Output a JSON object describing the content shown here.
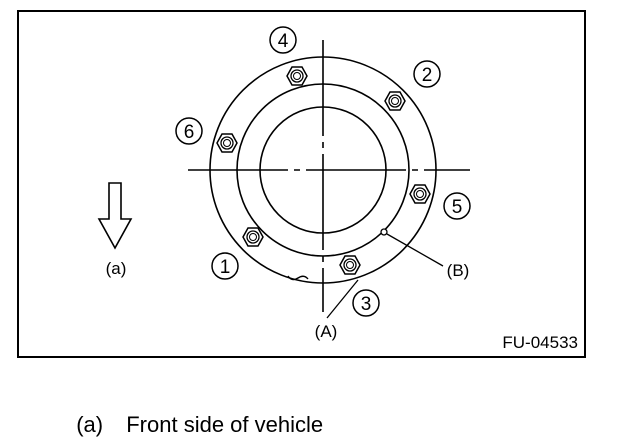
{
  "figure": {
    "code": "FU-04533",
    "bolt_numbers": [
      "1",
      "2",
      "3",
      "4",
      "5",
      "6"
    ],
    "labels": {
      "a": "(a)",
      "A": "(A)",
      "B": "(B)"
    }
  },
  "caption": {
    "key": "(a)",
    "text": "Front side of vehicle"
  }
}
